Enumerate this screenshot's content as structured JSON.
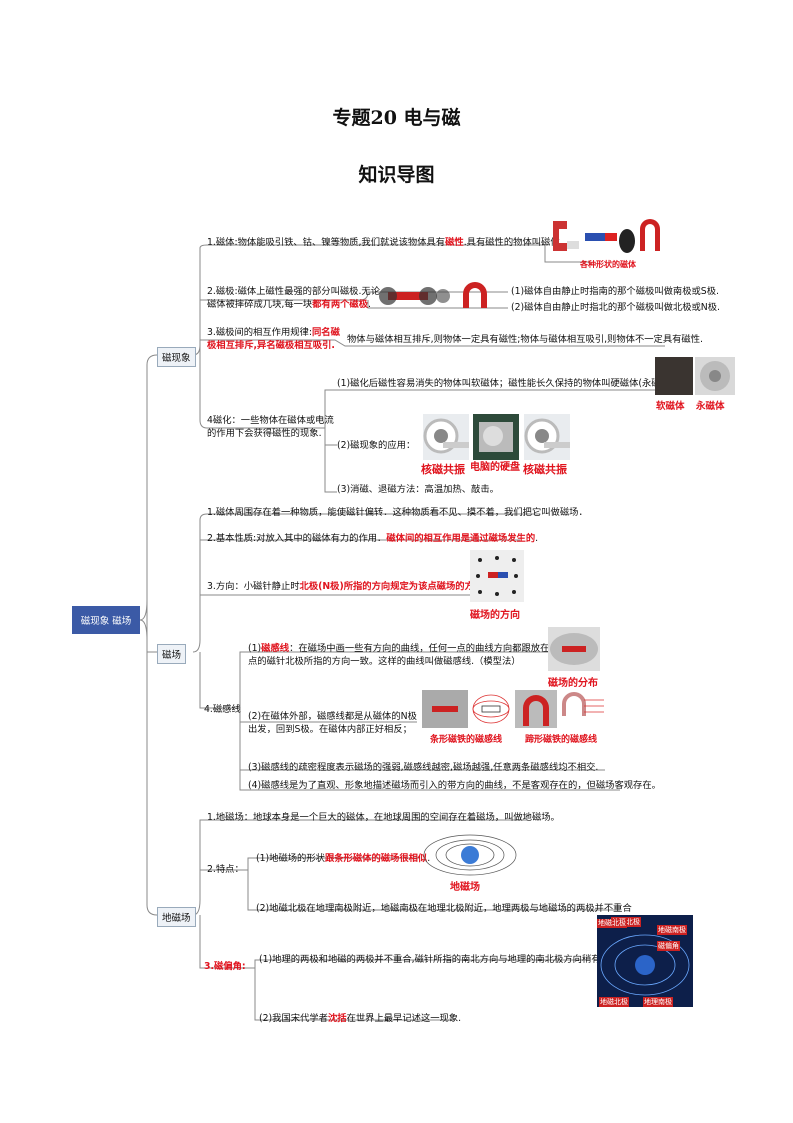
{
  "header": {
    "title": "专题20  电与磁",
    "subtitle": "知识导图"
  },
  "root": "磁现象  磁场",
  "branches": {
    "b1": "磁现象",
    "b2": "磁场",
    "b3": "地磁场"
  },
  "magnet": {
    "n1a": "1.磁体:物体能吸引铁、钴、镍等物质,我们就说该物体具有",
    "n1r": "磁性",
    "n1b": ".具有磁性的物体叫磁体。",
    "cap1": "各种形状的磁体",
    "n2a": "2.磁极:磁体上磁性最强的部分叫磁极.无论",
    "n2b": "磁体被摔碎成几块,每一块",
    "n2r": "都有两个磁极",
    "n2c1": "(1)磁体自由静止时指南的那个磁极叫做南极或S极.",
    "n2c2": "(2)磁体自由静止时指北的那个磁极叫做北极或N极.",
    "n3a": "3.磁极间的相互作用规律:",
    "n3r1": "同名磁",
    "n3r2": "极相互排斥,异名磁极相互吸引.",
    "n3c": "物体与磁体相互排斥,则物体一定具有磁性;物体与磁体相互吸引,则物体不一定具有磁性.",
    "n4a": "4磁化：一些物体在磁体或电流",
    "n4b": "的作用下会获得磁性的现象.",
    "n4c1": "(1)磁化后磁性容易消失的物体叫软磁体；磁性能长久保持的物体叫硬磁体(永磁体)",
    "cap_soft": "软磁体",
    "cap_perm": "永磁体",
    "n4c2": "(2)磁现象的应用：",
    "cap_mri1": "核磁共振",
    "cap_disk": "电脑的硬盘",
    "cap_mri2": "核磁共振",
    "n4c3": "(3)消磁、退磁方法：高温加热、敲击。"
  },
  "field": {
    "f1": "1.磁体周围存在着一种物质，能使磁针偏转．这种物质看不见、摸不着，我们把它叫做磁场．",
    "f2a": "2.基本性质:对放入其中的磁体有力的作用．",
    "f2r": "磁体间的相互作用是通过磁场发生的",
    "f3a": "3.方向：小磁针静止时",
    "f3r": "北极(N极)所指的方向规定为该点磁场的方向",
    "cap_dir": "磁场的方向",
    "f4": "4.磁感线",
    "l1r": "磁感线",
    "l1a": "(1)",
    "l1b": "：在磁场中画一些有方向的曲线，任何一点的曲线方向都跟放在该",
    "l1c": "点的磁针北极所指的方向一致。这样的曲线叫做磁感线.（模型法）",
    "cap_dist": "磁场的分布",
    "l2a": "(2)在磁体外部，磁感线都是从磁体的N极",
    "l2b": "出发，回到S极。在磁体内部正好相反；",
    "cap_bar": "条形磁铁的磁感线",
    "cap_u": "蹄形磁铁的磁感线",
    "l3": "(3)磁感线的疏密程度表示磁场的强弱,磁感线越密,磁场越强,任意两条磁感线均不相交.",
    "l4": "(4)磁感线是为了直观、形象地描述磁场而引入的带方向的曲线，不是客观存在的，但磁场客观存在。"
  },
  "earth": {
    "e1": "1.地磁场：地球本身是一个巨大的磁体，在地球周围的空间存在着磁场，叫做地磁场。",
    "e2": "2.特点：",
    "e2c1a": "(1)地磁场的形状",
    "e2c1r": "跟条形磁体的磁场很相似",
    "cap_geo": "地磁场",
    "e2c2": "(2)地磁北极在地理南极附近，地磁南极在地理北极附近，地理两极与地磁场的两极并不重合",
    "e3r": "3.磁偏角:",
    "e3c1": "(1)地理的两极和地磁的两极并不重合,磁针所指的南北方向与地理的南北极方向稍有偏离.",
    "e3c2a": "(2)我国宋代学者",
    "e3c2r": "沈括",
    "e3c2b": "在世界上最早记述这一现象.",
    "lbl_gn": "地理北极",
    "lbl_ms": "地磁南极",
    "lbl_dec": "磁偏角",
    "lbl_mn": "地磁北极",
    "lbl_gs": "地理南极",
    "lbl_mn2": "地磁北极"
  },
  "colors": {
    "accent": "#e0141e",
    "root": "#3b5aa6",
    "line": "#888888"
  }
}
